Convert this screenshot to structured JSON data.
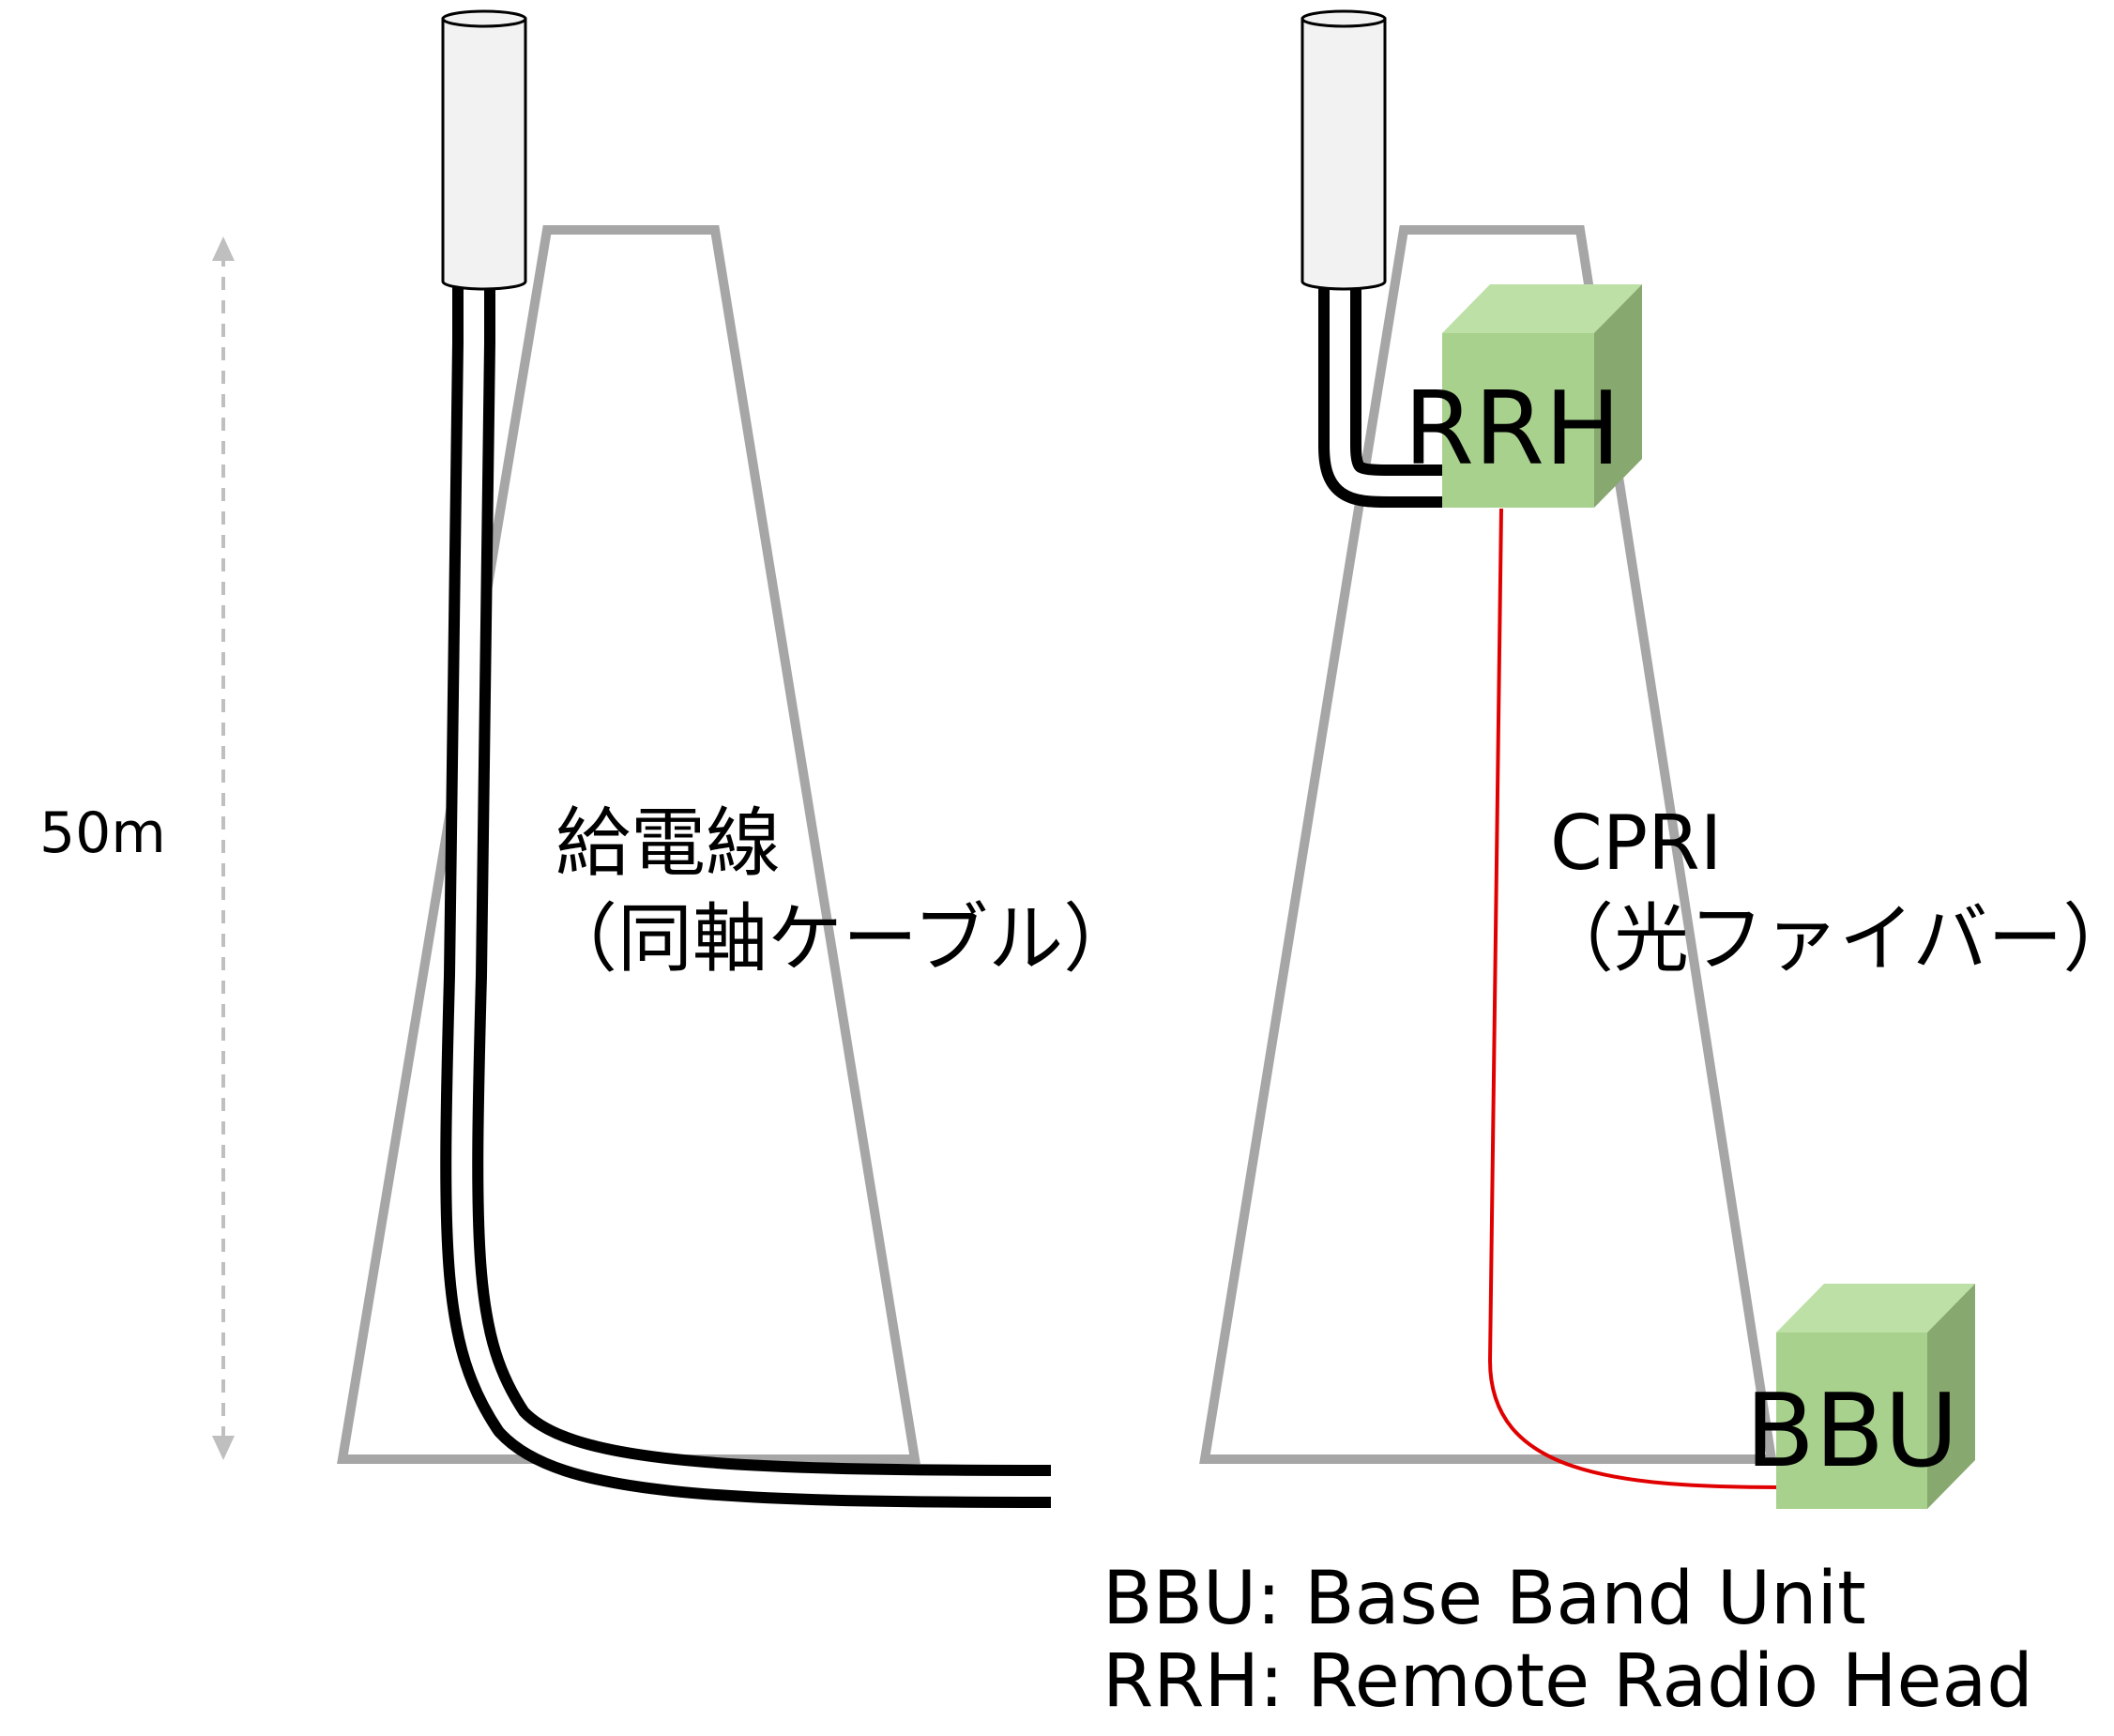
{
  "height_label": "50m",
  "left_tower": {
    "cable_label_line1": "給電線",
    "cable_label_line2": "（同軸ケーブル）"
  },
  "right_tower": {
    "rrh_label": "RRH",
    "bbu_label": "BBU",
    "cable_label_line1": "CPRI",
    "cable_label_line2": "（光ファイバー）"
  },
  "legend": {
    "line1": "BBU: Base Band Unit",
    "line2": "RRH: Remote Radio Head"
  },
  "colors": {
    "tower": "#a6a6a6",
    "coax": "#000000",
    "fiber": "#e00000",
    "box_front": "#a9d18e",
    "box_top": "#bde0a6",
    "box_side": "#87a86f",
    "antenna": "#f2f2f2",
    "dimension": "#bfbfbf"
  }
}
